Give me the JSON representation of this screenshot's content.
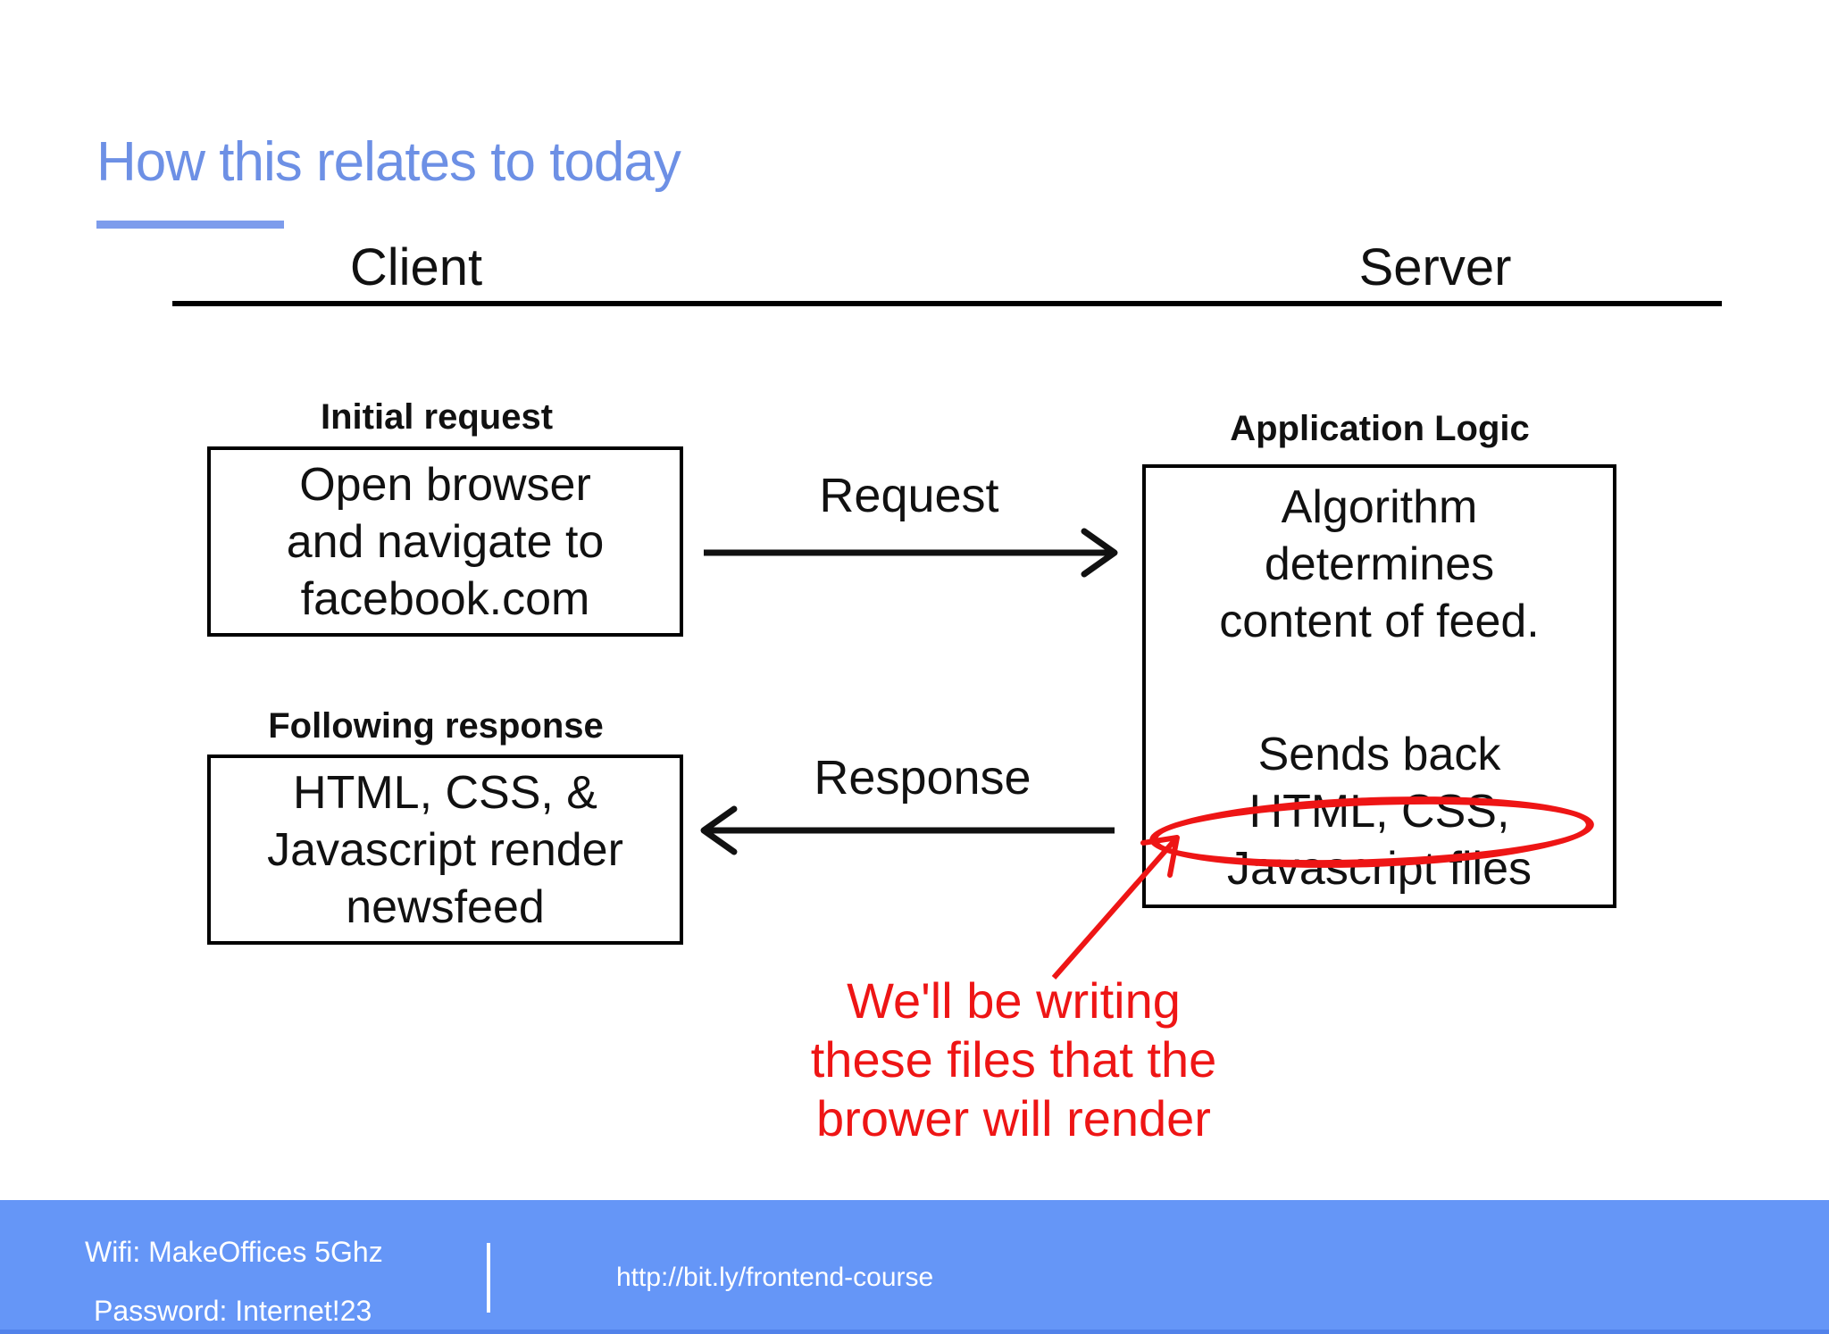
{
  "slide": {
    "title": "How this relates to today",
    "columns": {
      "client": "Client",
      "server": "Server"
    },
    "client_flow": {
      "initial_request_label": "Initial request",
      "box1_lines": [
        "Open browser",
        "and navigate to",
        "facebook.com"
      ],
      "following_response_label": "Following response",
      "box2_lines": [
        "HTML, CSS, &",
        "Javascript render",
        "newsfeed"
      ]
    },
    "server_flow": {
      "application_logic_label": "Application Logic",
      "box_top_lines": [
        "Algorithm",
        "determines",
        "content of feed."
      ],
      "box_bottom_lines": [
        "Sends back",
        "HTML, CSS,",
        "Javascript files"
      ]
    },
    "arrows": {
      "request": "Request",
      "response": "Response"
    },
    "annotation": {
      "lines": [
        "We'll be writing",
        "these files that the",
        "brower will render"
      ]
    },
    "footer": {
      "wifi": "Wifi: MakeOffices 5Ghz",
      "password": "Password: Internet!23",
      "url": "http://bit.ly/frontend-course"
    }
  },
  "colors": {
    "title_blue": "#6d90e5",
    "underline_blue": "#7d9cec",
    "footer_blue": "#6596f7",
    "footer_strip": "#5282ea",
    "annotation_red": "#ee1515",
    "ink": "#111111"
  }
}
